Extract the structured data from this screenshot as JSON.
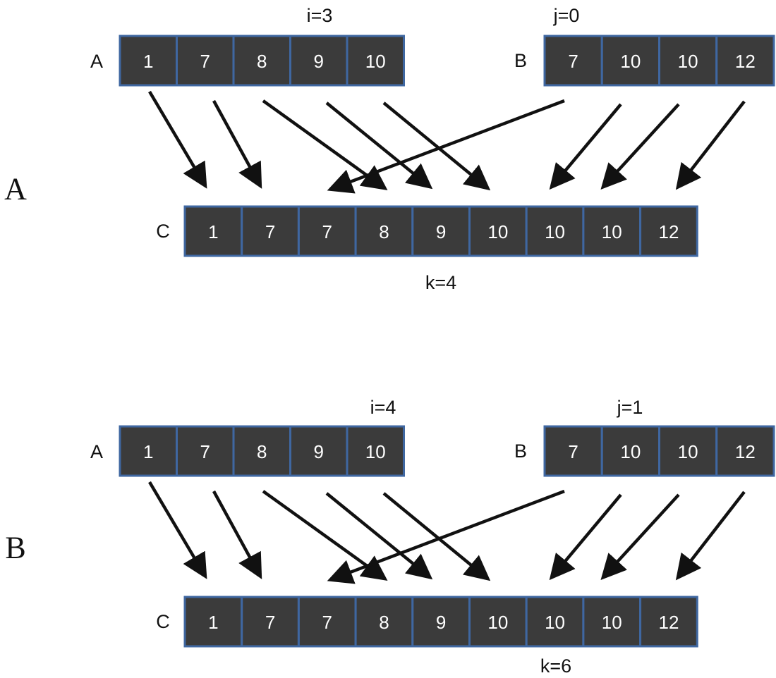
{
  "panels": [
    {
      "panel_label": "A",
      "array_a": {
        "label": "A",
        "values": [
          "1",
          "7",
          "8",
          "9",
          "10"
        ]
      },
      "array_b": {
        "label": "B",
        "values": [
          "7",
          "10",
          "10",
          "12"
        ]
      },
      "array_c": {
        "label": "C",
        "values": [
          "1",
          "7",
          "7",
          "8",
          "9",
          "10",
          "10",
          "10",
          "12"
        ]
      },
      "pointer_i": "i=3",
      "pointer_j": "j=0",
      "pointer_k": "k=4"
    },
    {
      "panel_label": "B",
      "array_a": {
        "label": "A",
        "values": [
          "1",
          "7",
          "8",
          "9",
          "10"
        ]
      },
      "array_b": {
        "label": "B",
        "values": [
          "7",
          "10",
          "10",
          "12"
        ]
      },
      "array_c": {
        "label": "C",
        "values": [
          "1",
          "7",
          "7",
          "8",
          "9",
          "10",
          "10",
          "10",
          "12"
        ]
      },
      "pointer_i": "i=4",
      "pointer_j": "j=1",
      "pointer_k": "k=6"
    }
  ]
}
